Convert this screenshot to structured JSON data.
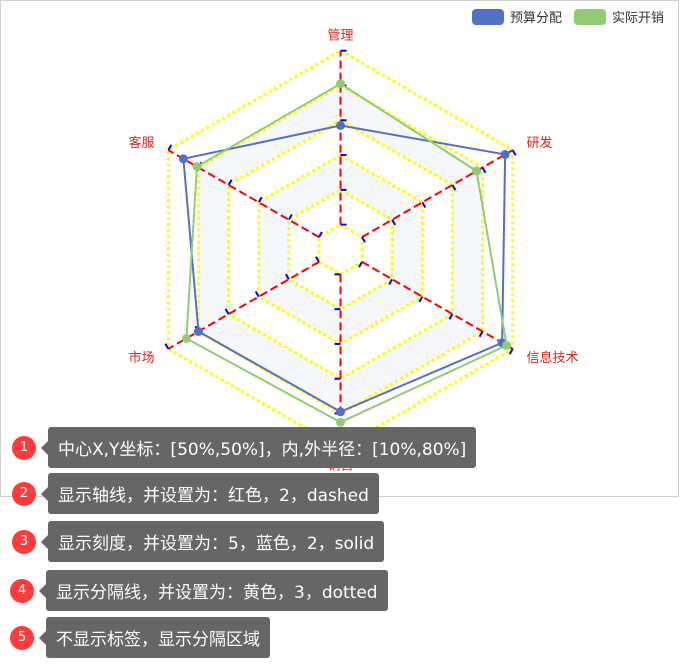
{
  "chart_data": {
    "type": "radar",
    "indicators": [
      {
        "name": "管理",
        "max": 100
      },
      {
        "name": "研发",
        "max": 100
      },
      {
        "name": "信息技术",
        "max": 100
      },
      {
        "name": "销售",
        "max": 100
      },
      {
        "name": "市场",
        "max": 100
      },
      {
        "name": "客服",
        "max": 100
      }
    ],
    "series": [
      {
        "name": "预算分配",
        "color": "#5470c6",
        "values": [
          57,
          95,
          93,
          79,
          80,
          90
        ]
      },
      {
        "name": "实际开销",
        "color": "#91cc75",
        "values": [
          81,
          76,
          96,
          85,
          88,
          81
        ]
      }
    ],
    "center": [
      "50%",
      "50%"
    ],
    "radius": [
      "10%",
      "80%"
    ],
    "axis_line": {
      "show": true,
      "color": "#ff0000",
      "width": 2,
      "type": "dashed"
    },
    "axis_tick": {
      "show": true,
      "split_number": 5,
      "color": "#0000ff",
      "width": 2,
      "type": "solid"
    },
    "split_line": {
      "show": true,
      "color": "#ffff00",
      "width": 3,
      "type": "dotted"
    },
    "split_area": {
      "show": true,
      "colors": [
        "#ffffff",
        "#f5f7fb"
      ]
    },
    "axis_name_color": "#e0241c",
    "legend_position": "top-right"
  },
  "annotations": [
    {
      "num": "1",
      "text": "中心X,Y坐标：[50%,50%]，内,外半径：[10%,80%]"
    },
    {
      "num": "2",
      "text": "显示轴线，并设置为：红色，2，dashed"
    },
    {
      "num": "3",
      "text": "显示刻度，并设置为：5，蓝色，2，solid"
    },
    {
      "num": "4",
      "text": "显示分隔线，并设置为：黄色，3，dotted"
    },
    {
      "num": "5",
      "text": "不显示标签，显示分隔区域"
    }
  ]
}
